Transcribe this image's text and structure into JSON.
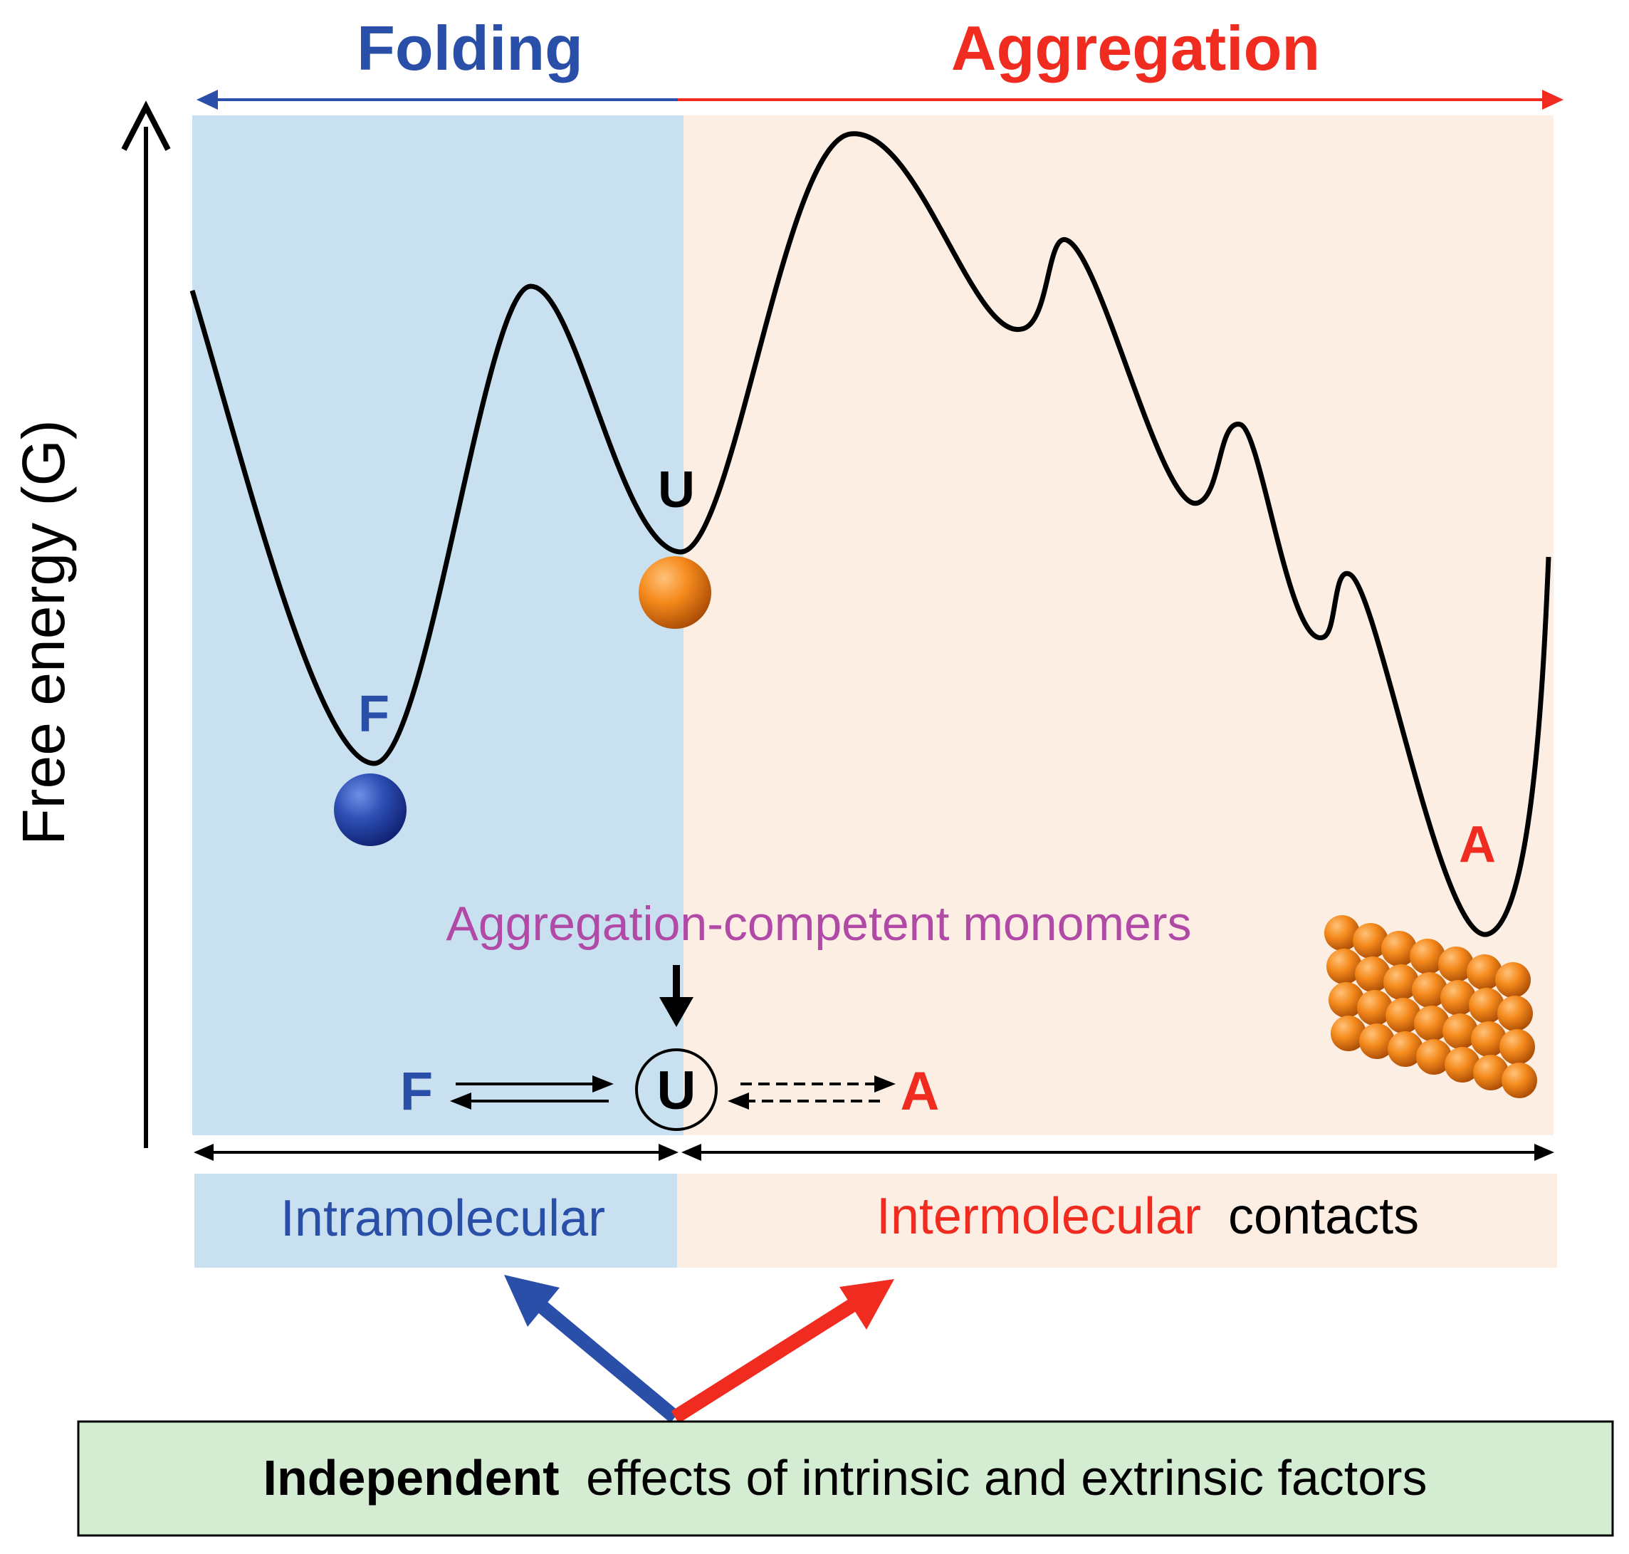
{
  "header": {
    "folding": "Folding",
    "aggregation": "Aggregation"
  },
  "axis": {
    "y_label": "Free energy (G)"
  },
  "states": {
    "folded": "F",
    "unfolded": "U",
    "aggregated": "A"
  },
  "monomers_label": "Aggregation-competent monomers",
  "equilibrium": {
    "left": "F",
    "center": "U",
    "right": "A"
  },
  "contacts": {
    "intramolecular": "Intramolecular",
    "intermolecular": "Intermolecular",
    "contacts_word": "contacts"
  },
  "footer": {
    "bold": "Independent",
    "rest": "effects of intrinsic and extrinsic factors"
  },
  "colors": {
    "blue": "#2a4fa8",
    "red": "#f02b20",
    "magenta": "#b04aa6",
    "folding_bg": "#c9e0f0",
    "aggregation_bg": "#fdeee3",
    "footer_bg": "#d4ecd2"
  },
  "icons": {
    "folded_ball": "blue-sphere-icon",
    "unfolded_ball": "orange-sphere-icon",
    "aggregate": "orange-sphere-cluster-icon"
  }
}
